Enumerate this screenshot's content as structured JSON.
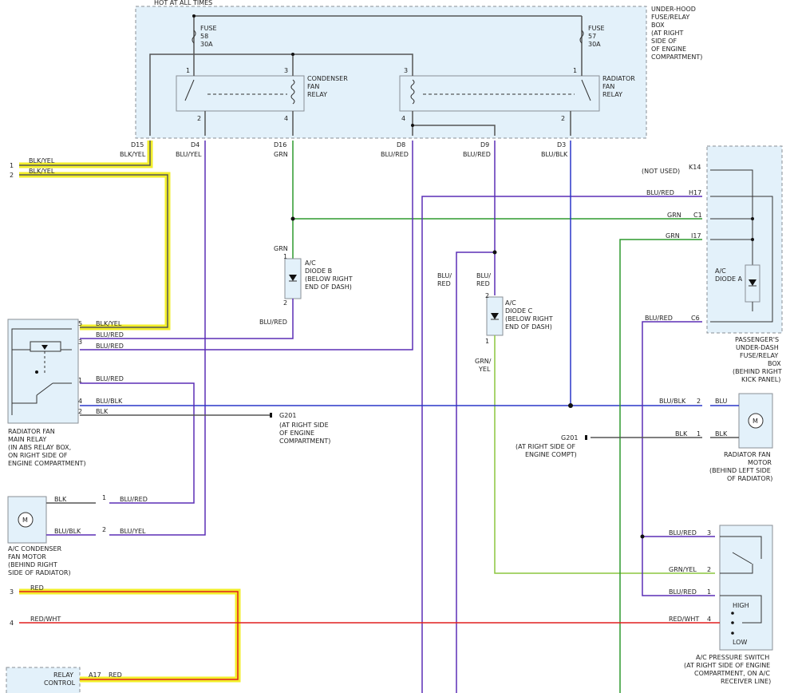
{
  "top": {
    "hot_label": "HOT AT ALL TIMES"
  },
  "boxes": {
    "underhood": [
      "UNDER-HOOD",
      "FUSE/RELAY",
      "BOX",
      "(AT RIGHT",
      "SIDE OF",
      "OF ENGINE",
      "COMPARTMENT)"
    ],
    "passenger": [
      "PASSENGER'S",
      "UNDER-DASH",
      "FUSE/RELAY",
      "BOX",
      "(BEHIND RIGHT",
      "KICK PANEL)"
    ],
    "main_relay": [
      "RADIATOR FAN",
      "MAIN RELAY",
      "(IN ABS RELAY BOX,",
      "ON RIGHT SIDE OF",
      "ENGINE COMPARTMENT)"
    ],
    "ac_motor": [
      "A/C CONDENSER",
      "FAN MOTOR",
      "(BEHIND RIGHT",
      "SIDE OF RADIATOR)"
    ],
    "rad_motor": [
      "RADIATOR FAN",
      "MOTOR",
      "(BEHIND LEFT SIDE",
      "OF RADIATOR)"
    ],
    "pressure_switch": [
      "A/C PRESSURE SWITCH",
      "(AT RIGHT SIDE OF ENGINE",
      "COMPARTMENT, ON A/C",
      "RECEIVER LINE)"
    ],
    "relay_control": [
      "RELAY",
      "CONTROL"
    ]
  },
  "fuses": {
    "f58": [
      "FUSE",
      "58",
      "30A"
    ],
    "f57": [
      "FUSE",
      "57",
      "30A"
    ]
  },
  "relays": {
    "condenser": [
      "CONDENSER",
      "FAN",
      "RELAY"
    ],
    "radiator": [
      "RADIATOR",
      "FAN",
      "RELAY"
    ]
  },
  "diodes": {
    "b": [
      "A/C",
      "DIODE B",
      "(BELOW RIGHT",
      "END OF DASH)"
    ],
    "c": [
      "A/C",
      "DIODE C",
      "(BELOW RIGHT",
      "END OF DASH)"
    ],
    "a": [
      "A/C",
      "DIODE A"
    ]
  },
  "grounds": {
    "g1": [
      "G201",
      "(AT RIGHT SIDE",
      "OF ENGINE",
      "COMPARTMENT)"
    ],
    "g2": [
      "G201",
      "(AT RIGHT SIDE OF",
      "ENGINE COMPT)"
    ]
  },
  "connectors": {
    "top": [
      "D15",
      "D4",
      "D16",
      "D8",
      "D9",
      "D3"
    ],
    "pass": [
      "K14",
      "H17",
      "C1",
      "I17",
      "C6"
    ],
    "relay_ctl": "A17",
    "motor_m": "M"
  },
  "pins": {
    "r1": [
      "1",
      "3",
      "2",
      "4"
    ],
    "r2": [
      "3",
      "1",
      "4",
      "2"
    ],
    "main": [
      "5",
      "3",
      "1",
      "4",
      "2"
    ],
    "acm": [
      "1",
      "2"
    ],
    "radm": [
      "2",
      "1"
    ],
    "sw": [
      "3",
      "2",
      "1",
      "4"
    ],
    "diode": [
      "1",
      "2"
    ],
    "left": [
      "1",
      "2",
      "3",
      "4"
    ]
  },
  "switch": {
    "high": "HIGH",
    "low": "LOW"
  },
  "wires": {
    "blk_yel": "BLK/YEL",
    "blu_yel": "BLU/YEL",
    "grn": "GRN",
    "blu_red": "BLU/RED",
    "blu_blk": "BLU/BLK",
    "blk": "BLK",
    "blu": "BLU",
    "red": "RED",
    "red_wht": "RED/WHT",
    "grn_yel": "GRN/YEL",
    "blu_red_split": [
      "BLU/",
      "RED"
    ],
    "grn_yel_split": [
      "GRN/",
      "YEL"
    ],
    "not_used": "(NOT USED)"
  }
}
